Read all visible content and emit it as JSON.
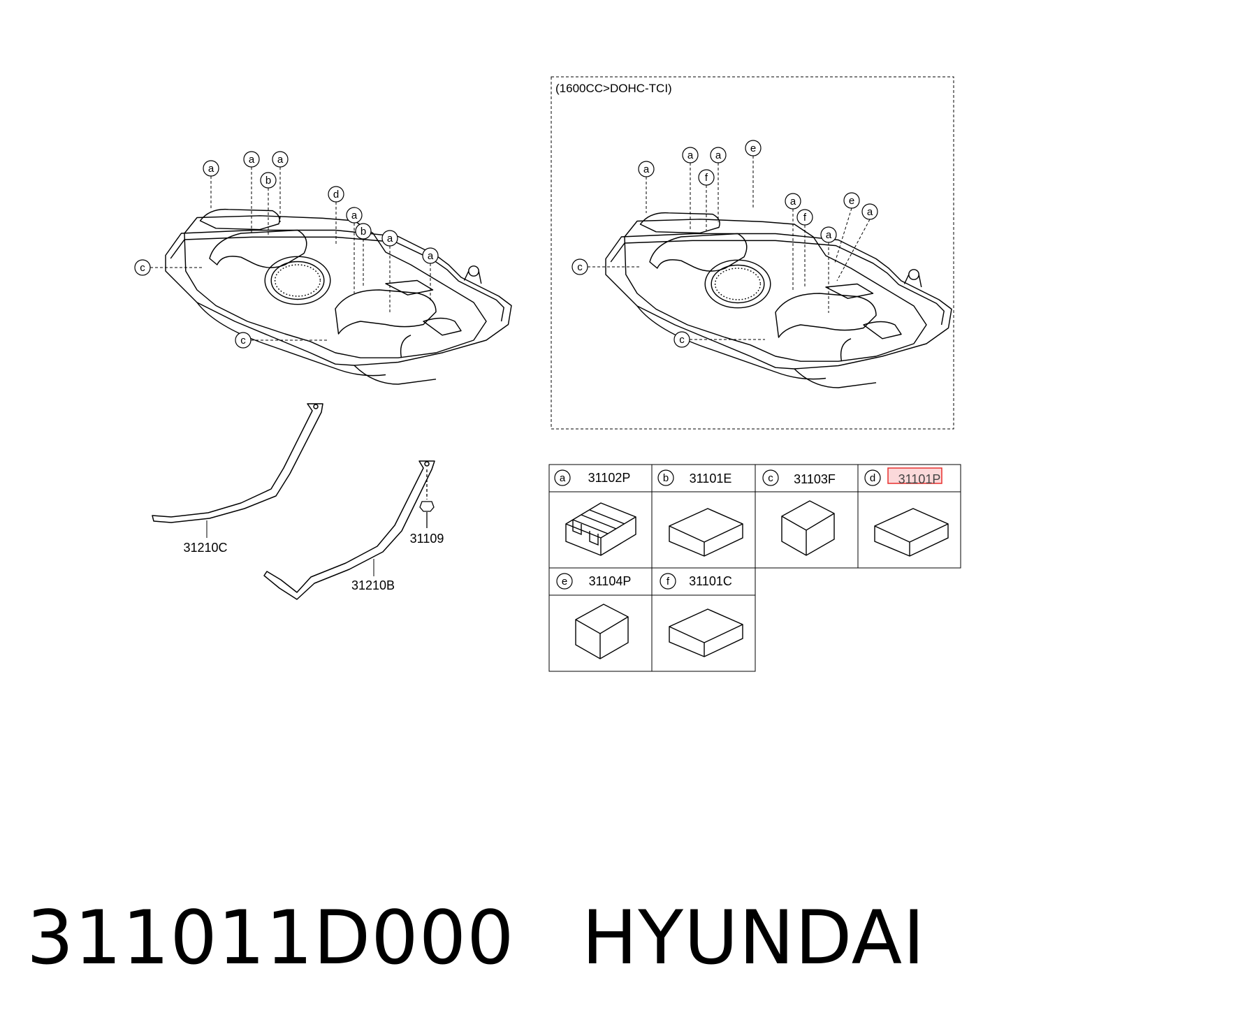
{
  "variant_label": "(1600CC>DOHC-TCI)",
  "callouts": {
    "a": "a",
    "b": "b",
    "c": "c",
    "d": "d",
    "e": "e",
    "f": "f"
  },
  "loose_parts": {
    "strap_front": "31210C",
    "strap_rear": "31210B",
    "nut": "31109"
  },
  "legend": [
    {
      "key": "a",
      "part": "31102P",
      "shape": "ribbed-pad"
    },
    {
      "key": "b",
      "part": "31101E",
      "shape": "flat-pad"
    },
    {
      "key": "c",
      "part": "31103F",
      "shape": "block"
    },
    {
      "key": "d",
      "part": "31101P",
      "shape": "flat-pad",
      "highlighted": true
    },
    {
      "key": "e",
      "part": "31104P",
      "shape": "block"
    },
    {
      "key": "f",
      "part": "31101C",
      "shape": "flat-pad"
    }
  ],
  "highlight_color": "#e8302e",
  "footer": {
    "part_number": "311011D000",
    "brand": "HYUNDAI"
  }
}
